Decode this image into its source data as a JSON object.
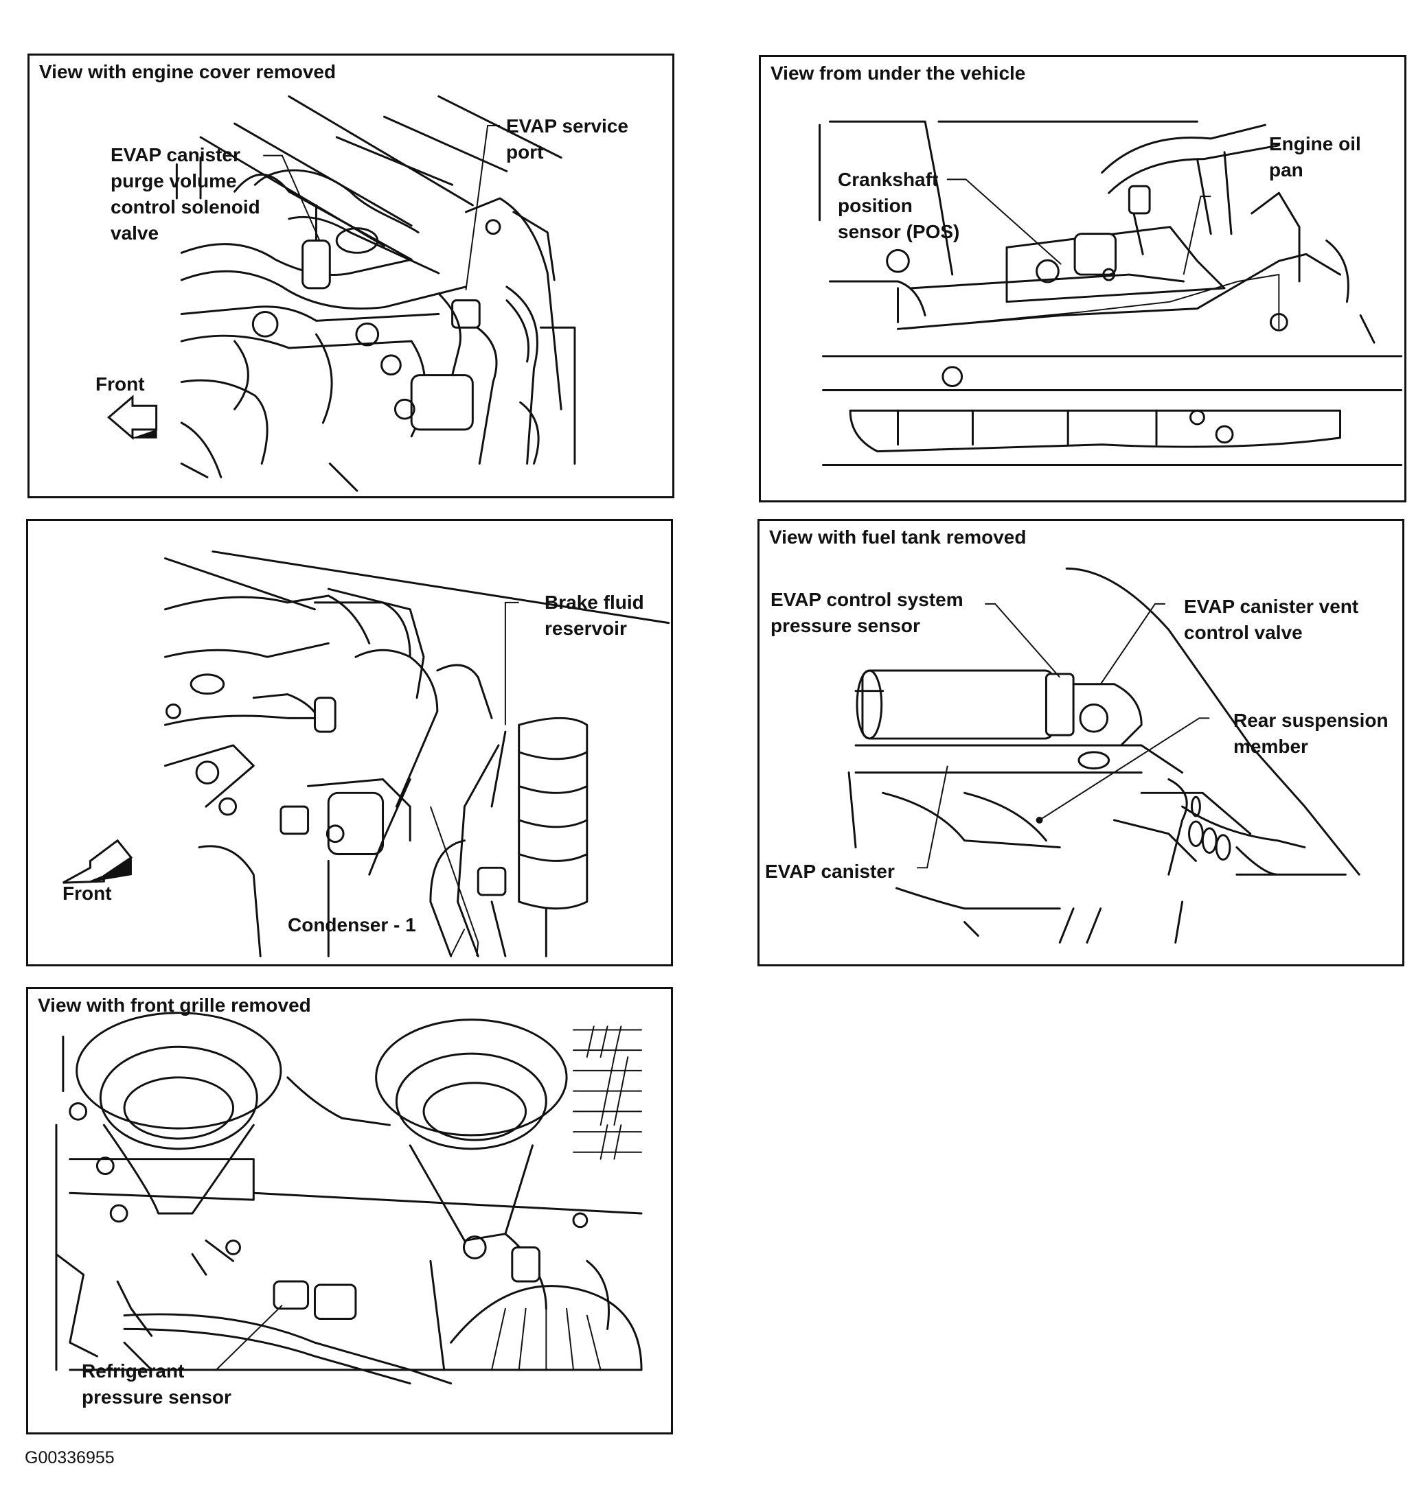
{
  "panels": {
    "engine_cover": {
      "title": "View with engine cover removed",
      "labels": {
        "purge_valve": [
          "EVAP canister",
          "purge volume",
          "control solenoid",
          "valve"
        ],
        "service_port": [
          "EVAP service",
          "port"
        ],
        "front": "Front"
      }
    },
    "under_vehicle": {
      "title": "View from under the vehicle",
      "labels": {
        "crankshaft_sensor": [
          "Crankshaft",
          "position",
          "sensor (POS)"
        ],
        "oil_pan": [
          "Engine oil",
          "pan"
        ]
      }
    },
    "brake_area": {
      "labels": {
        "brake_reservoir": [
          "Brake fluid",
          "reservoir"
        ],
        "condenser": "Condenser - 1",
        "front": "Front"
      }
    },
    "fuel_tank": {
      "title": "View with fuel tank removed",
      "labels": {
        "pressure_sensor": [
          "EVAP control system",
          "pressure sensor"
        ],
        "vent_valve": [
          "EVAP canister vent",
          "control valve"
        ],
        "rear_suspension": [
          "Rear suspension",
          "member"
        ],
        "canister": "EVAP canister"
      }
    },
    "front_grille": {
      "title": "View with front grille removed",
      "labels": {
        "refrigerant_sensor": [
          "Refrigerant",
          "pressure sensor"
        ]
      }
    }
  },
  "figure_id": "G00336955"
}
